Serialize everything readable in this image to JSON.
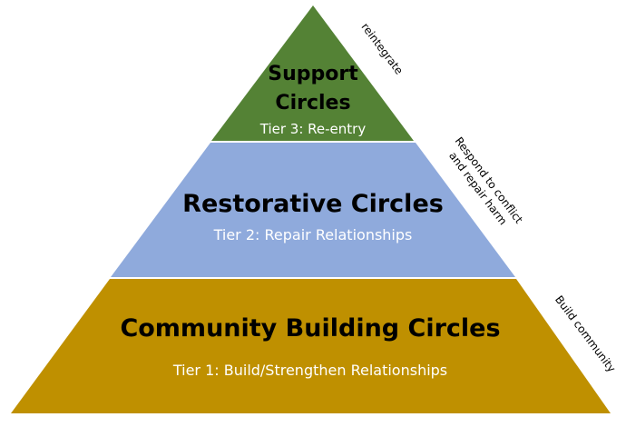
{
  "diagram": {
    "type": "pyramid",
    "tiers": [
      {
        "id": "tier3",
        "title_lines": [
          "Support",
          "Circles"
        ],
        "subtitle": "Tier 3: Re-entry",
        "color": "#548235",
        "side_label_lines": [
          "reintegrate"
        ]
      },
      {
        "id": "tier2",
        "title_lines": [
          "Restorative Circles"
        ],
        "subtitle": "Tier 2: Repair Relationships",
        "color": "#8faadc",
        "side_label_lines": [
          "Respond to conflict",
          "and repair harm"
        ]
      },
      {
        "id": "tier1",
        "title_lines": [
          "Community Building Circles"
        ],
        "subtitle": "Tier 1: Build/Strengthen Relationships",
        "color": "#bf9000",
        "side_label_lines": [
          "Build community"
        ]
      }
    ]
  }
}
